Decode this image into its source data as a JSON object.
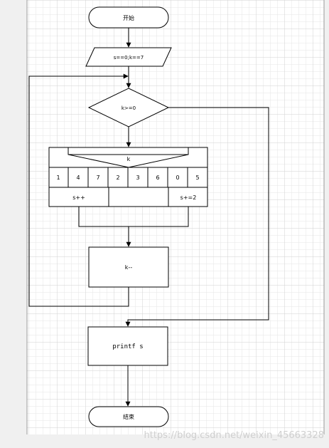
{
  "flowchart": {
    "start": "开始",
    "init": "s==0;k==7",
    "condition": "k>=0",
    "switch_var": "k",
    "cases": [
      "1",
      "4",
      "7",
      "2",
      "3",
      "6",
      "0",
      "5"
    ],
    "case_action_left": "s++",
    "case_action_middle": "",
    "case_action_right": "s+=2",
    "decrement": "k--",
    "output": "printf s",
    "end": "结束"
  },
  "watermark": "https://blog.csdn.net/weixin_45663328"
}
